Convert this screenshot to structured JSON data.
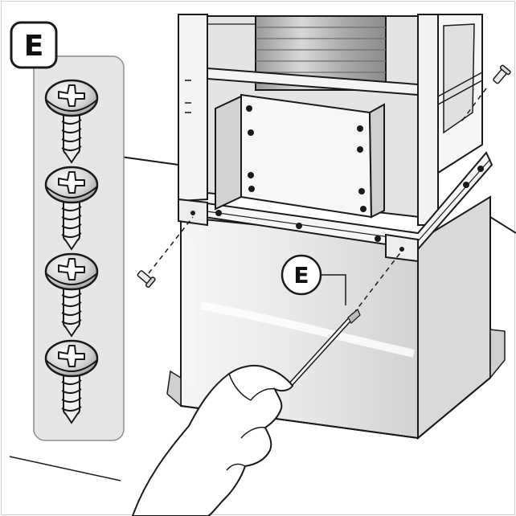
{
  "legend": {
    "tag_label": "E",
    "screw_count": 4,
    "screw_icon": "phillips-pan-head-screw-icon"
  },
  "callout": {
    "label": "E"
  },
  "colors": {
    "line": "#1a1a1a",
    "panel": "#ececec",
    "frame": "#f4f4f4",
    "shade": "#bdbdbd",
    "cover": "#e9e9e9",
    "background": "#ffffff"
  }
}
